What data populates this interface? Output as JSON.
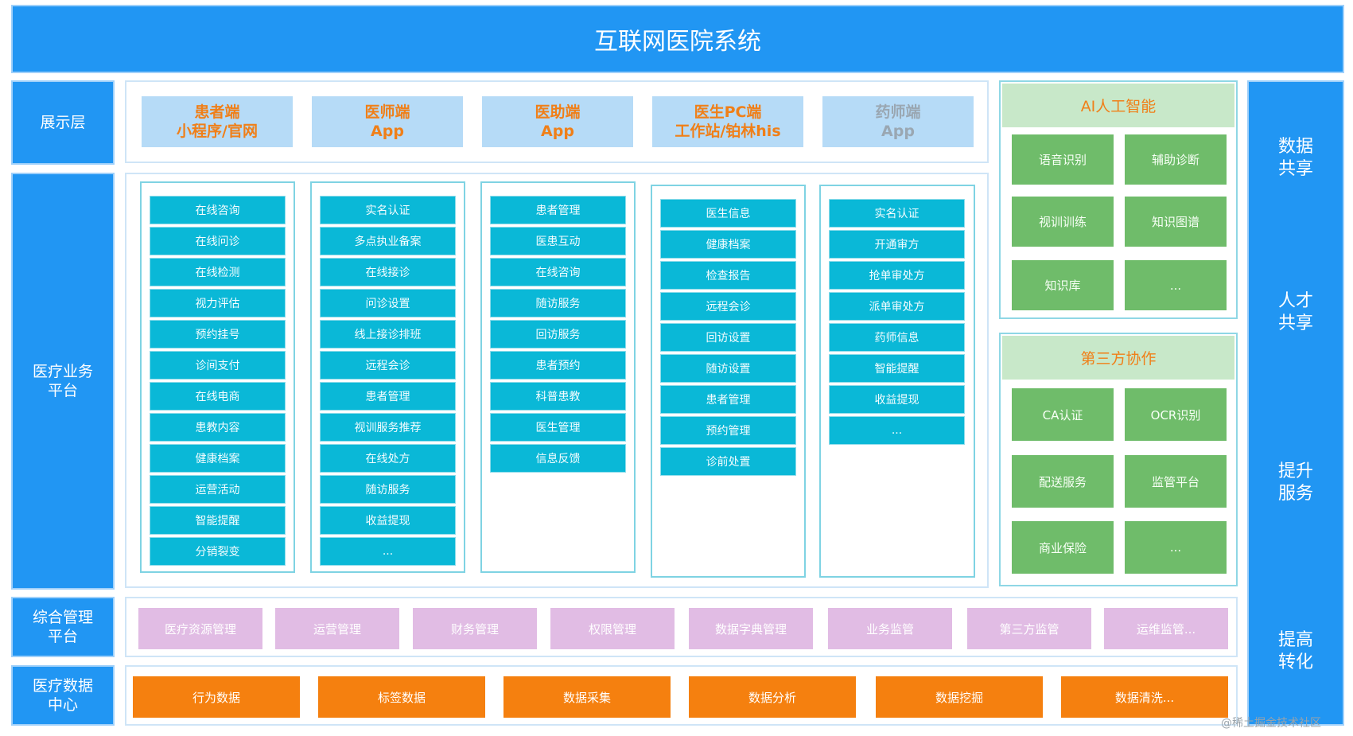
{
  "title": "互联网医院系统",
  "layers": {
    "display": "展示层",
    "medical_business": "医疗业务\n平台",
    "management": "综合管理\n平台",
    "data_center": "医疗数据\n中心"
  },
  "right_panel": [
    "数据\n共享",
    "人才\n共享",
    "提升\n服务",
    "提高\n转化"
  ],
  "apps": [
    {
      "line1": "患者端",
      "line2": "小程序/官网"
    },
    {
      "line1": "医师端",
      "line2": "App"
    },
    {
      "line1": "医助端",
      "line2": "App"
    },
    {
      "line1": "医生PC端",
      "line2": "工作站/铂林his"
    },
    {
      "line1": "药师端",
      "line2": "App"
    }
  ],
  "columns": [
    [
      "在线咨询",
      "在线问诊",
      "在线检测",
      "视力评估",
      "预约挂号",
      "诊间支付",
      "在线电商",
      "患教内容",
      "健康档案",
      "运营活动",
      "智能提醒",
      "分销裂变"
    ],
    [
      "实名认证",
      "多点执业备案",
      "在线接诊",
      "问诊设置",
      "线上接诊排班",
      "远程会诊",
      "患者管理",
      "视训服务推荐",
      "在线处方",
      "随访服务",
      "收益提现",
      "..."
    ],
    [
      "患者管理",
      "医患互动",
      "在线咨询",
      "随访服务",
      "回访服务",
      "患者预约",
      "科普患教",
      "医生管理",
      "信息反馈"
    ],
    [
      "医生信息",
      "健康档案",
      "检查报告",
      "远程会诊",
      "回访设置",
      "随访设置",
      "患者管理",
      "预约管理",
      "诊前处置"
    ],
    [
      "实名认证",
      "开通审方",
      "抢单审处方",
      "派单审处方",
      "药师信息",
      "智能提醒",
      "收益提现",
      "..."
    ]
  ],
  "ai": {
    "title": "AI人工智能",
    "items": [
      "语音识别",
      "辅助诊断",
      "视训训练",
      "知识图谱",
      "知识库",
      "..."
    ]
  },
  "third_party": {
    "title": "第三方协作",
    "items": [
      "CA认证",
      "OCR识别",
      "配送服务",
      "监管平台",
      "商业保险",
      "..."
    ]
  },
  "management_items": [
    "医疗资源管理",
    "运营管理",
    "财务管理",
    "权限管理",
    "数据字典管理",
    "业务监管",
    "第三方监管",
    "运维监管..."
  ],
  "data_items": [
    "行为数据",
    "标签数据",
    "数据采集",
    "数据分析",
    "数据挖掘",
    "数据清洗..."
  ],
  "watermark": "@稀土掘金技术社区"
}
